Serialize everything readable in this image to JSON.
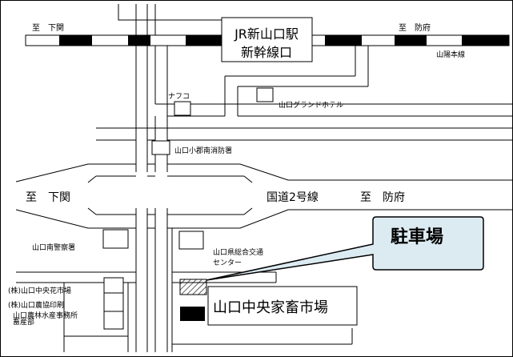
{
  "labels": {
    "to_shimonoseki_top": "至　下関",
    "to_hofu_top": "至　防府",
    "station_line1": "JR新山口駅",
    "station_line2": "新幹線口",
    "sanyo_line": "山陽本線",
    "nafco": "ナフコ",
    "grand_hotel": "山口グランドホテル",
    "fire_station": "山口小郡南消防署",
    "route2": "国道2号線",
    "to_shimonoseki_road": "至　下関",
    "to_hofu_road": "至　防府",
    "police": "山口南警察署",
    "traffic_center_1": "山口県総合交通",
    "traffic_center_2": "センター",
    "parking": "駐車場",
    "flower_market": "(株)山口中央花市場",
    "nokyo_print": "(株)山口農協印刷",
    "forestry_office_1": "山口農林水産事務所",
    "forestry_office_2": "畜産部",
    "livestock_market": "山口中央家畜市場"
  },
  "colors": {
    "line": "#000000",
    "callout_fill": "#dcebf2",
    "rail_black": "#000000",
    "background": "#ffffff"
  }
}
